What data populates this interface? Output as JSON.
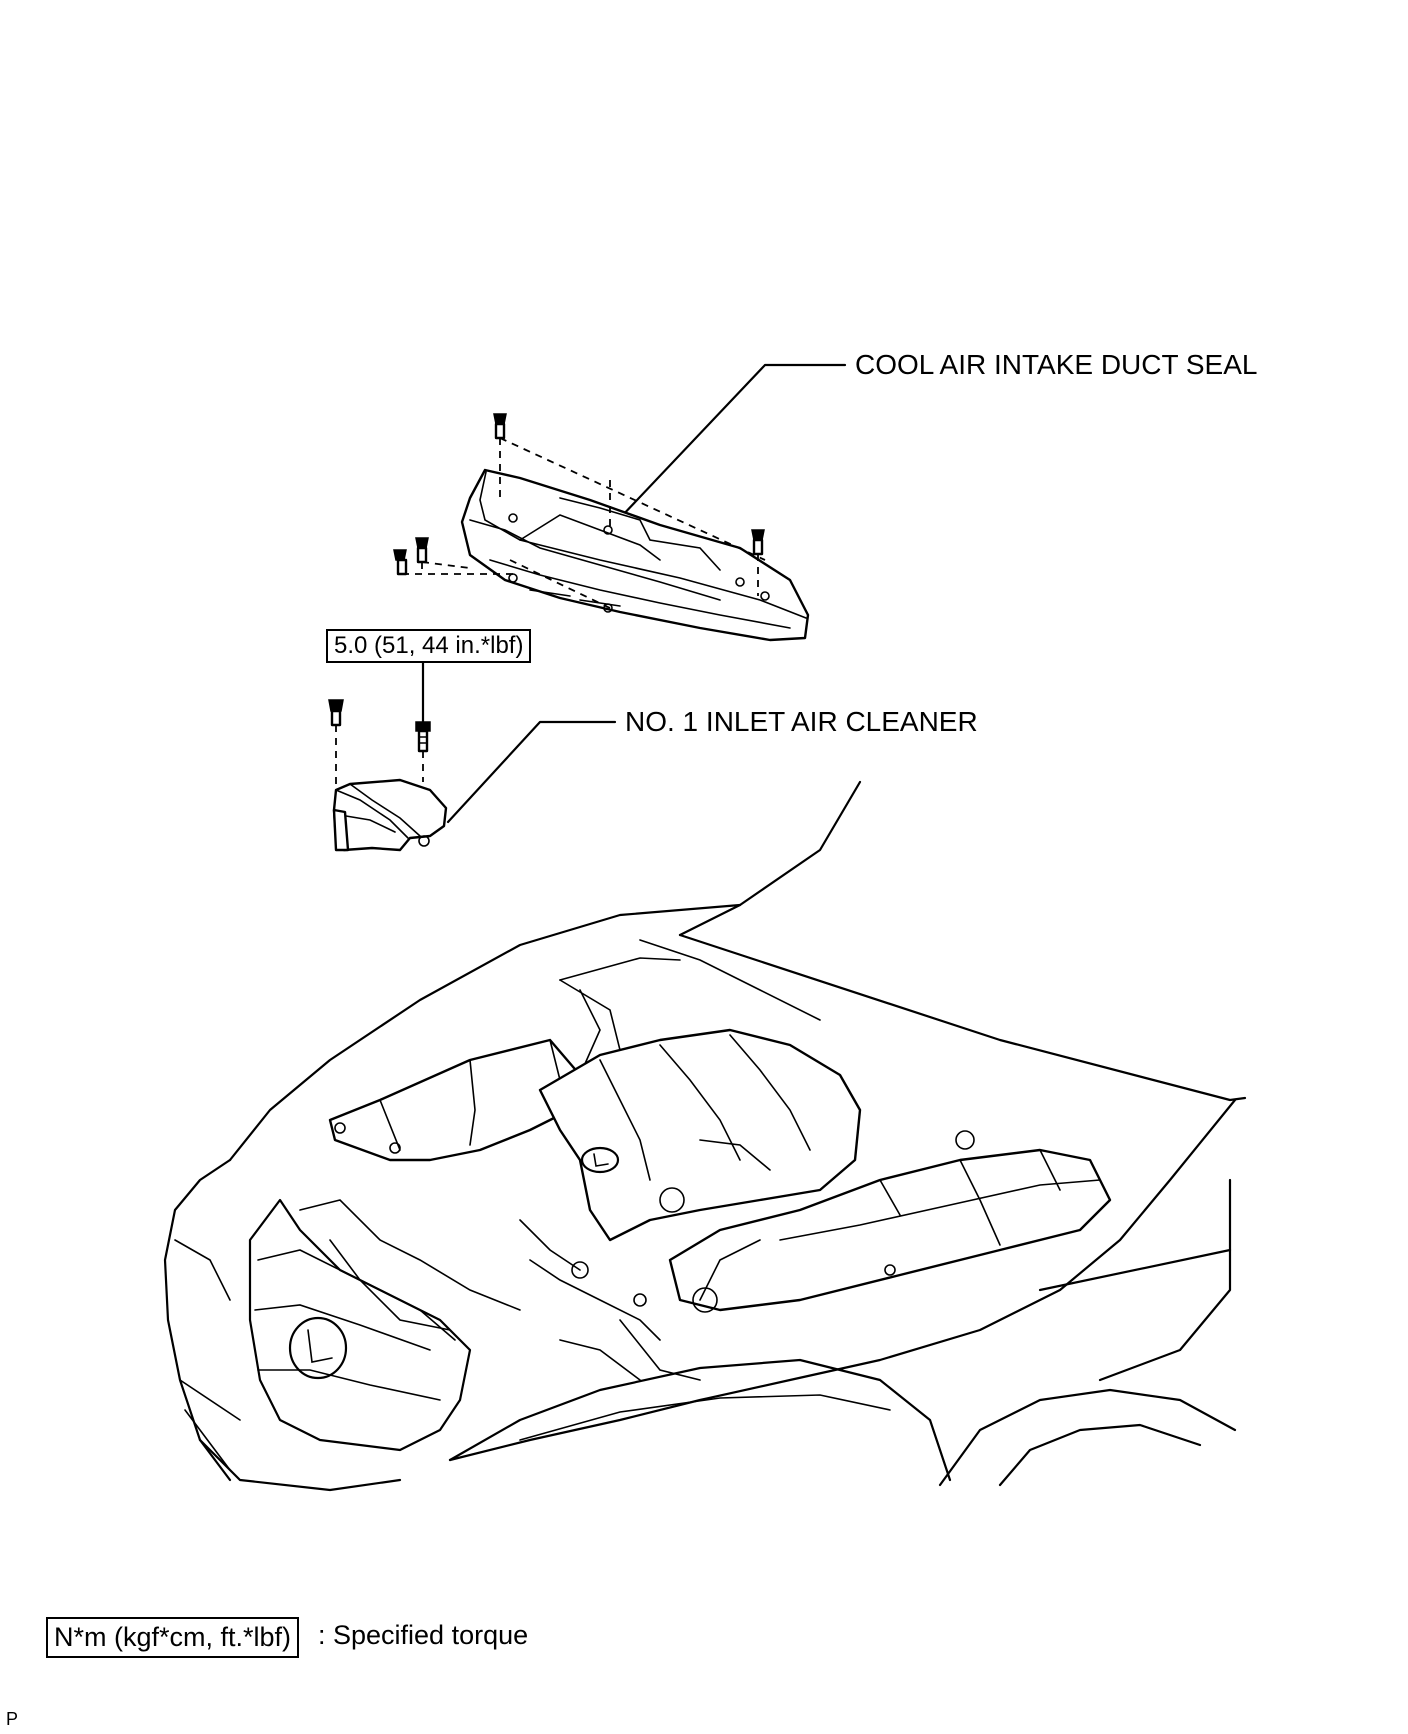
{
  "callouts": {
    "cool_air_intake_duct_seal": "COOL AIR INTAKE DUCT SEAL",
    "no1_inlet_air_cleaner": "NO. 1 INLET AIR CLEANER"
  },
  "torque_spec": "5.0 (51, 44 in.*lbf)",
  "legend": {
    "unit_box": "N*m (kgf*cm, ft.*lbf)",
    "description": ": Specified torque"
  },
  "corner_mark": "P"
}
